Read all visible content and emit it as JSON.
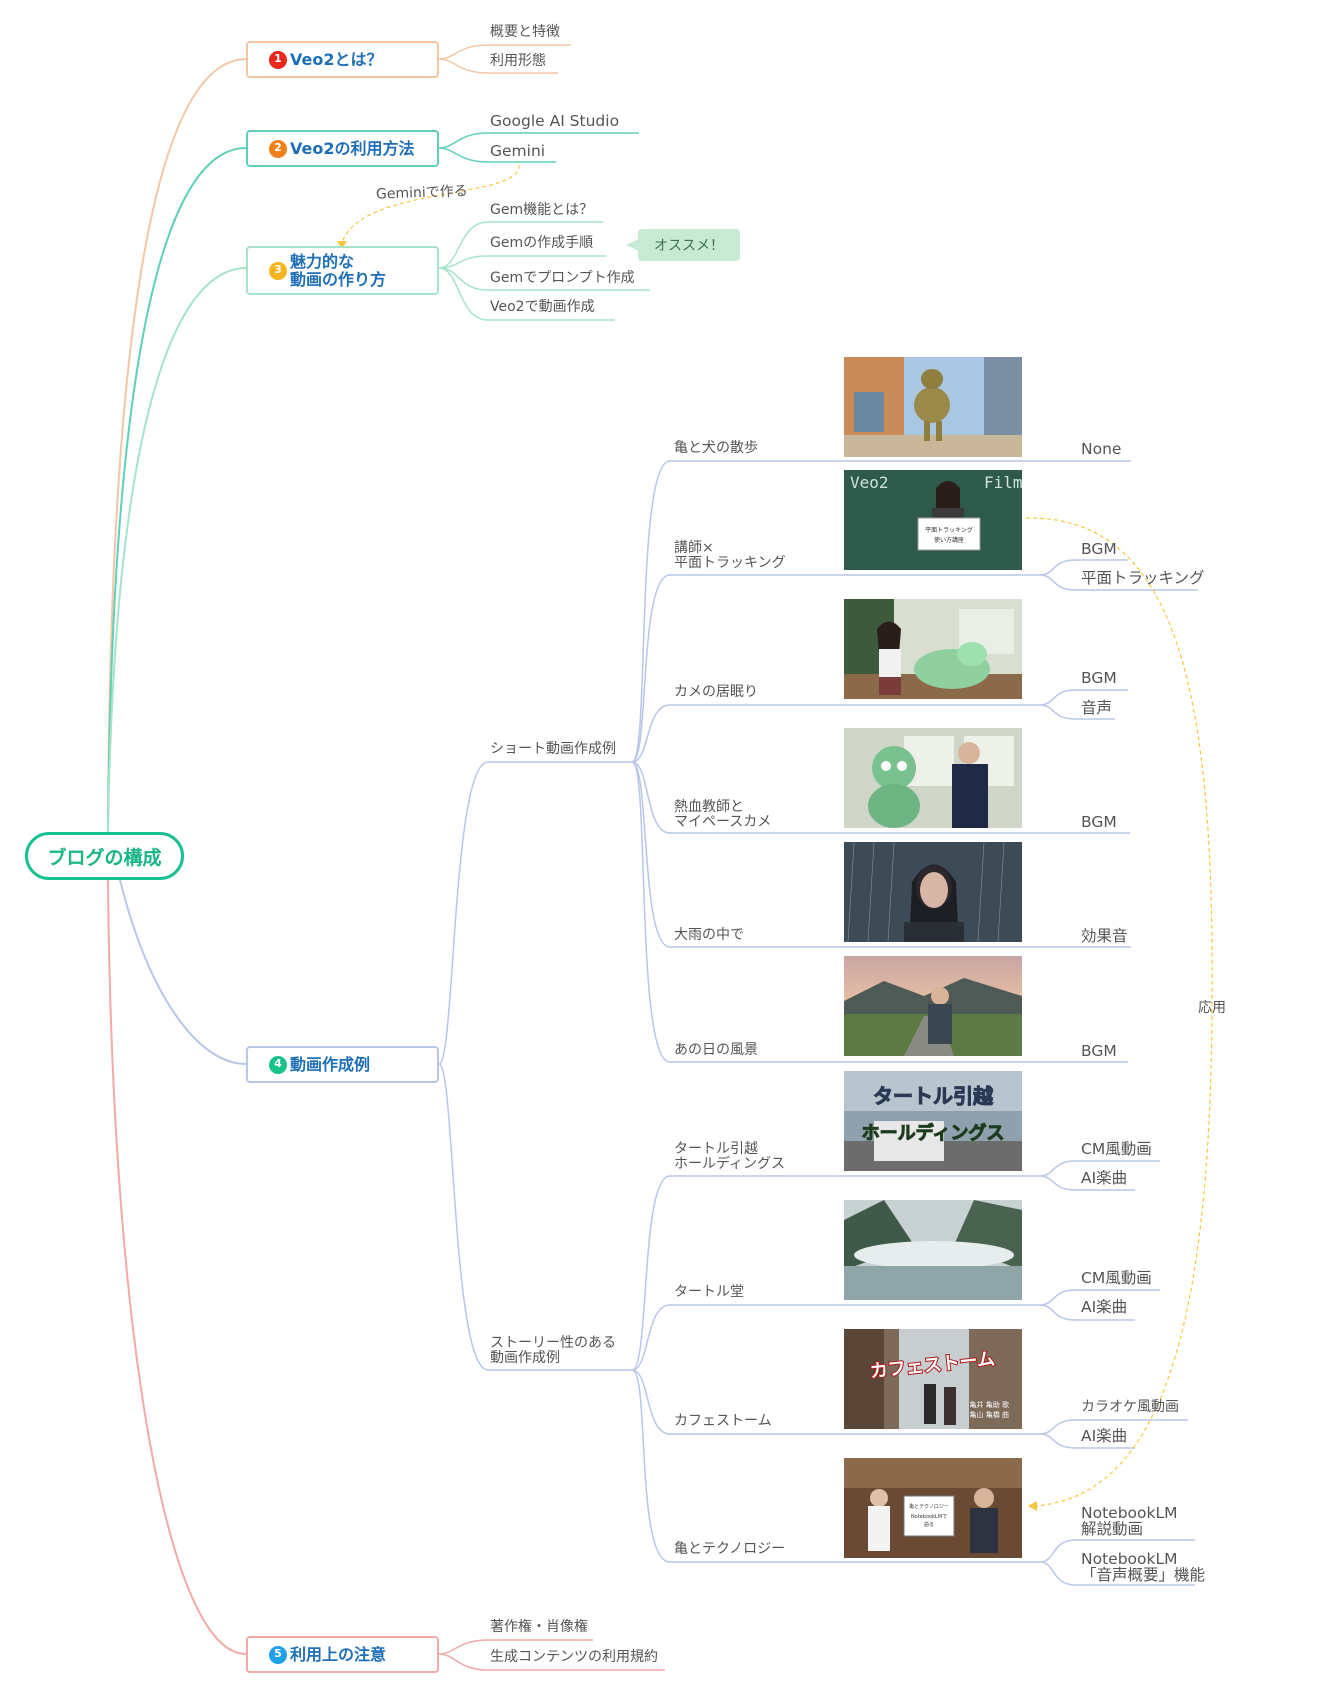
{
  "root": {
    "label": "ブログの構成"
  },
  "colors": {
    "topic1": "#f3c7a6",
    "topic2": "#5fd0b7",
    "topic3": "#a6e3c9",
    "topic4": "#b9c6e8",
    "topic5": "#f1aaa8",
    "badge1": "#e8271d",
    "badge2": "#f28019",
    "badge3": "#f7b41d",
    "badge4": "#17c389",
    "badge5": "#1ea1e8",
    "dashed": "#f7c63e"
  },
  "topics": [
    {
      "num": "1",
      "label": "Veo2とは？"
    },
    {
      "num": "2",
      "label": "Veo2の利用方法"
    },
    {
      "num": "3",
      "label": "魅力的な\n動画の作り方"
    },
    {
      "num": "4",
      "label": "動画作成例"
    },
    {
      "num": "5",
      "label": "利用上の注意"
    }
  ],
  "t1_children": [
    "概要と特徴",
    "利用形態"
  ],
  "t2_children": [
    "Google AI Studio",
    "Gemini"
  ],
  "gemini_link": "Geminiで作る",
  "t3_children": [
    "Gem機能とは？",
    "Gemの作成手順",
    "Gemでプロンプト作成",
    "Veo2で動画作成"
  ],
  "callout": "オススメ！",
  "short_group": "ショート動画作成例",
  "story_group": "ストーリー性のある\n動画作成例",
  "short_items": [
    {
      "title": "亀と犬の散歩",
      "tags": [
        "None"
      ]
    },
    {
      "title": "講師×\n平面トラッキング",
      "tags": [
        "BGM",
        "平面トラッキング"
      ]
    },
    {
      "title": "カメの居眠り",
      "tags": [
        "BGM",
        "音声"
      ]
    },
    {
      "title": "熱血教師と\nマイペースカメ",
      "tags": [
        "BGM"
      ]
    },
    {
      "title": "大雨の中で",
      "tags": [
        "効果音"
      ]
    },
    {
      "title": "あの日の風景",
      "tags": [
        "BGM"
      ]
    }
  ],
  "story_items": [
    {
      "title": "タートル引越\nホールディングス",
      "tags": [
        "CM風動画",
        "AI楽曲"
      ]
    },
    {
      "title": "タートル堂",
      "tags": [
        "CM風動画",
        "AI楽曲"
      ]
    },
    {
      "title": "カフェストーム",
      "tags": [
        "カラオケ風動画",
        "AI楽曲"
      ]
    },
    {
      "title": "亀とテクノロジー",
      "tags": [
        "NotebookLM\n解説動画",
        "NotebookLM\n「音声概要」機能"
      ]
    }
  ],
  "ouyou": "応用",
  "t5_children": [
    "著作権・肖像権",
    "生成コンテンツの利用規約"
  ],
  "thumb_text": {
    "veo2": "Veo2",
    "film": "Film",
    "board": "平面トラッキング\n使い方講座",
    "hikkoshi1": "タートル引越",
    "hikkoshi2": "ホールディングス",
    "cafe": "カフェストーム",
    "credit": "亀井 亀助 歌\n亀山 亀橋 曲",
    "tech_board": "亀とテクノロジー\nNotebookLMで\n語る"
  }
}
